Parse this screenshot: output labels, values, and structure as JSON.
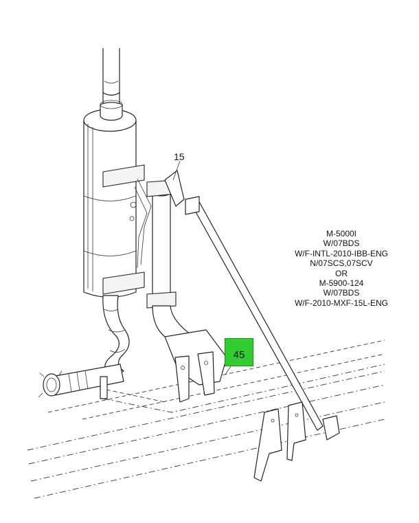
{
  "diagram": {
    "callouts": [
      {
        "id": "15",
        "label": "15",
        "highlighted": false
      },
      {
        "id": "45",
        "label": "45",
        "highlighted": true,
        "highlight_color": "#33cc33"
      }
    ],
    "note_lines": [
      "M-5000I",
      "W/07BDS",
      "W/F-INTL-2010-IBB-ENG",
      "N/07SCS,07SCV",
      "OR",
      "M-5900-124",
      "W/07BDS",
      "W/F-2010-MXF-15L-ENG"
    ],
    "colors": {
      "line": "#222222",
      "background": "#ffffff",
      "highlight": "#33cc33"
    }
  }
}
